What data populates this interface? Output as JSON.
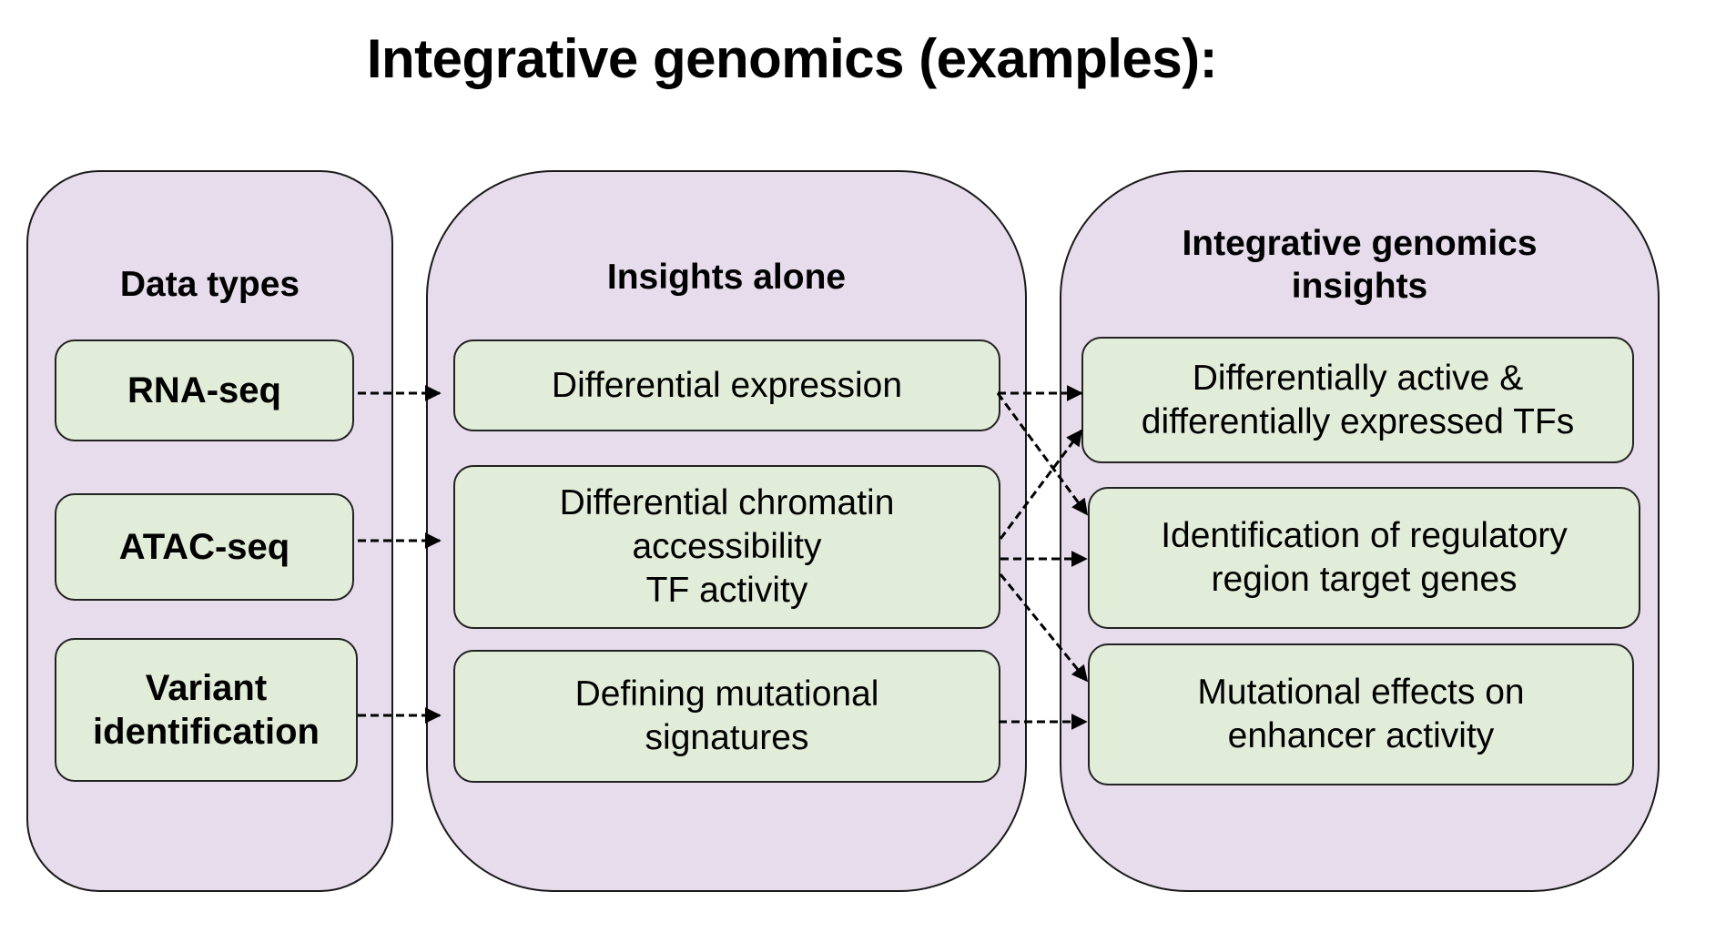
{
  "title": "Integrative genomics (examples):",
  "colors": {
    "panel_fill": "#e6dcec",
    "box_fill": "#e1edd9",
    "stroke": "#000000"
  },
  "panels": [
    {
      "heading": "Data types",
      "items": [
        "RNA-seq",
        "ATAC-seq",
        "Variant\nidentification"
      ]
    },
    {
      "heading": "Insights alone",
      "items": [
        "Differential expression",
        "Differential chromatin\naccessibility\nTF activity",
        "Defining mutational\nsignatures"
      ]
    },
    {
      "heading": "Integrative genomics\ninsights",
      "items": [
        "Differentially active &\ndifferentially expressed TFs",
        "Identification of regulatory\nregion target genes",
        "Mutational effects on\nenhancer activity"
      ]
    }
  ],
  "connections": [
    {
      "from": "RNA-seq",
      "to": "Differential expression",
      "style": "dashed"
    },
    {
      "from": "ATAC-seq",
      "to": "Differential chromatin accessibility / TF activity",
      "style": "dashed"
    },
    {
      "from": "Variant identification",
      "to": "Defining mutational signatures",
      "style": "dashed"
    },
    {
      "from": "Differential expression",
      "to": "Differentially active & differentially expressed TFs",
      "style": "dashed"
    },
    {
      "from": "Differential expression",
      "to": "Identification of regulatory region target genes",
      "style": "dashed"
    },
    {
      "from": "Differential chromatin accessibility / TF activity",
      "to": "Differentially active & differentially expressed TFs",
      "style": "dashed"
    },
    {
      "from": "Differential chromatin accessibility / TF activity",
      "to": "Identification of regulatory region target genes",
      "style": "dashed"
    },
    {
      "from": "Differential chromatin accessibility / TF activity",
      "to": "Mutational effects on enhancer activity",
      "style": "dashed"
    },
    {
      "from": "Defining mutational signatures",
      "to": "Mutational effects on enhancer activity",
      "style": "dashed"
    }
  ]
}
